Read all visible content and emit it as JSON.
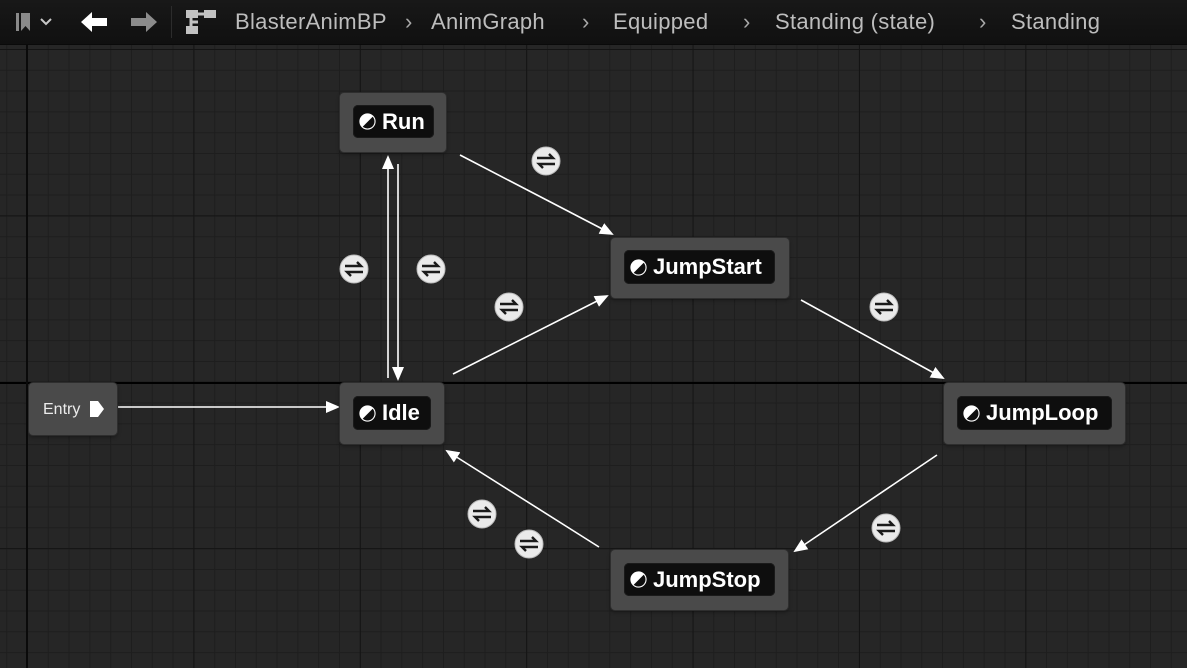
{
  "toolbar": {
    "breadcrumbs": [
      {
        "label": "BlasterAnimBP"
      },
      {
        "label": "AnimGraph"
      },
      {
        "label": "Equipped"
      },
      {
        "label": "Standing (state)"
      },
      {
        "label": "Standing"
      }
    ],
    "icons": {
      "bookmark": "bookmark-icon",
      "dropdown": "chevron-down-icon",
      "back": "back-arrow-icon",
      "forward": "forward-arrow-icon",
      "graph": "graph-hierarchy-icon"
    }
  },
  "graph": {
    "entry": {
      "label": "Entry"
    },
    "states": [
      {
        "id": "run",
        "label": "Run"
      },
      {
        "id": "jumpstart",
        "label": "JumpStart"
      },
      {
        "id": "idle",
        "label": "Idle"
      },
      {
        "id": "jumploop",
        "label": "JumpLoop"
      },
      {
        "id": "jumpstop",
        "label": "JumpStop"
      }
    ],
    "transitions": [
      {
        "from": "Idle",
        "to": "Run"
      },
      {
        "from": "Run",
        "to": "Idle"
      },
      {
        "from": "Run",
        "to": "JumpStart"
      },
      {
        "from": "Idle",
        "to": "JumpStart"
      },
      {
        "from": "JumpStart",
        "to": "JumpLoop"
      },
      {
        "from": "JumpLoop",
        "to": "JumpStop"
      },
      {
        "from": "JumpStop",
        "to": "Idle"
      },
      {
        "from": "Entry",
        "to": "Idle"
      }
    ]
  },
  "colors": {
    "background": "#262626",
    "node_fill": "#4a4a4a",
    "node_title": "#0e0e0e",
    "wire": "#ffffff"
  }
}
